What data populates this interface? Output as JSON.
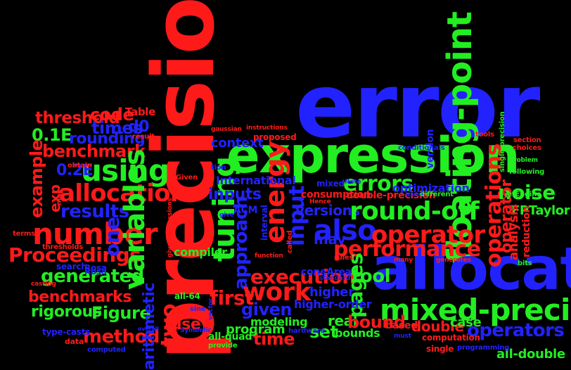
{
  "background_color": "#000000",
  "palette": {
    "red": "#ff1a1a",
    "green": "#22ee22",
    "blue": "#2222ff"
  },
  "words": {
    "error": "error",
    "precision": "precision",
    "expression": "expression",
    "floating_point": "floating-point",
    "allocation": "allocation",
    "mixed_precision": "mixed-precision",
    "number": "number",
    "variables": "variables",
    "tuning": "tuning",
    "using": "using",
    "allocations": "allocations",
    "performance": "performance",
    "round_off": "round-off",
    "operator": "operator",
    "operators": "operators",
    "operations": "operations",
    "energy": "energy",
    "input": "input",
    "also": "also",
    "errors": "errors",
    "noise": "noise",
    "Proceedings": "Proceedings",
    "generated": "generated",
    "benchmarks": "benchmarks",
    "benchmark": "benchmark",
    "results": "results",
    "example": "example",
    "rounding": "rounding",
    "times": "times",
    "threshold": "threshold",
    "code": "code",
    "Table": "Table",
    "d0": "d0",
    "e01": "0.1E",
    "e02": "0.2E",
    "exp": "exp",
    "Figure": "Figure",
    "rigorous": "rigorous",
    "method": "method",
    "two": "two",
    "arithmetic": "arithmetic",
    "one": "one",
    "first": "first",
    "work": "work",
    "approach": "approach",
    "given": "given",
    "execution": "execution",
    "pages": "pages",
    "bound": "bound",
    "double": "double",
    "inputs": "inputs",
    "versions": "versions",
    "tool": "tool",
    "may": "may",
    "context": "context",
    "International": "International",
    "compiler": "compiler",
    "FPTaylor": "FPTaylor",
    "jetEngine": "jetEngine",
    "analysis": "analysis",
    "reduction": "reduction",
    "optimization": "optimization",
    "consumption": "consumption",
    "double_precision": "double-precision",
    "coneArea": "coneArea",
    "higher": "higher",
    "higher_order": "higher-order",
    "real": "real",
    "set": "set",
    "bounds": "bounds",
    "based": "based",
    "case": "case",
    "time": "time",
    "program": "program",
    "modeling": "modeling",
    "all_quad": "all-quad",
    "all_64": "all-64",
    "all_double": "all-double",
    "use": "use",
    "ACM": "ACM",
    "Rosa": "Rosa",
    "search": "search",
    "thresholds": "thresholds",
    "interval": "interval",
    "version": "version",
    "terms": "terms",
    "max": "max",
    "obtain": "obtain",
    "Given": "Given",
    "gaussian": "gaussian",
    "instructions": "instructions",
    "proposed": "proposed",
    "result": "result",
    "tion": "tion",
    "conditionals": "conditionals",
    "tools": "tools",
    "section": "section",
    "choices": "choices",
    "problem": "problem",
    "following": "following",
    "single_precision": "single-precision",
    "mixed": "mixed",
    "Note": "Note",
    "used": "used",
    "different": "different",
    "Hence": "Hence",
    "standard": "standard",
    "rules": "rules",
    "many": "many",
    "generates": "generates",
    "bits": "bits",
    "called": "called",
    "function": "function",
    "give": "give",
    "gives": "gives",
    "expressions": "expressions",
    "casting": "casting",
    "computation": "computation",
    "single": "single",
    "programming": "programming",
    "must": "must",
    "hardware": "hardware",
    "Symbolic": "Symbolic",
    "overall": "overall",
    "sine": "sine",
    "vector": "vector",
    "provide": "provide",
    "type_casts": "type-casts",
    "data": "data",
    "computed": "computed"
  }
}
